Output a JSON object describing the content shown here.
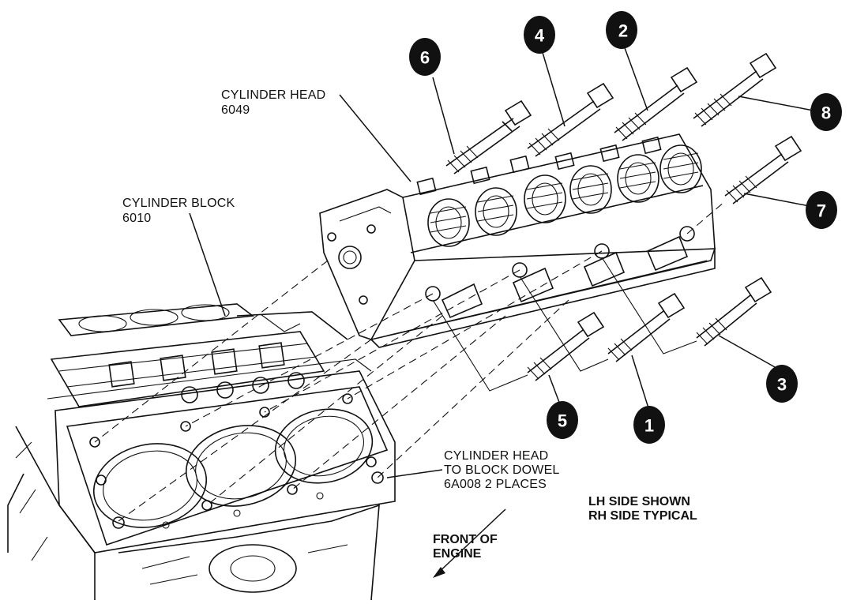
{
  "labels": {
    "cylinder_head_title": "CYLINDER HEAD",
    "cylinder_head_part": "6049",
    "cylinder_block_title": "CYLINDER BLOCK",
    "cylinder_block_part": "6010",
    "dowel_line1": "CYLINDER HEAD",
    "dowel_line2": "TO BLOCK DOWEL",
    "dowel_line3": "6A008 2 PLACES",
    "side_line1": "LH SIDE SHOWN",
    "side_line2": "RH SIDE TYPICAL",
    "front_line1": "FRONT OF",
    "front_line2": "ENGINE"
  },
  "bolt_sequence": [
    "1",
    "2",
    "3",
    "4",
    "5",
    "6",
    "7",
    "8"
  ],
  "colors": {
    "ink": "#111111",
    "background": "#ffffff"
  }
}
